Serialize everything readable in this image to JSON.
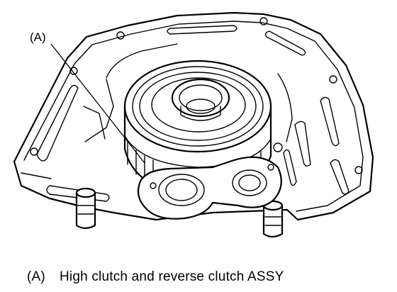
{
  "diagram": {
    "callout": {
      "ref": "(A)"
    },
    "caption": {
      "ref": "(A)",
      "text": "High clutch and reverse clutch ASSY"
    }
  }
}
